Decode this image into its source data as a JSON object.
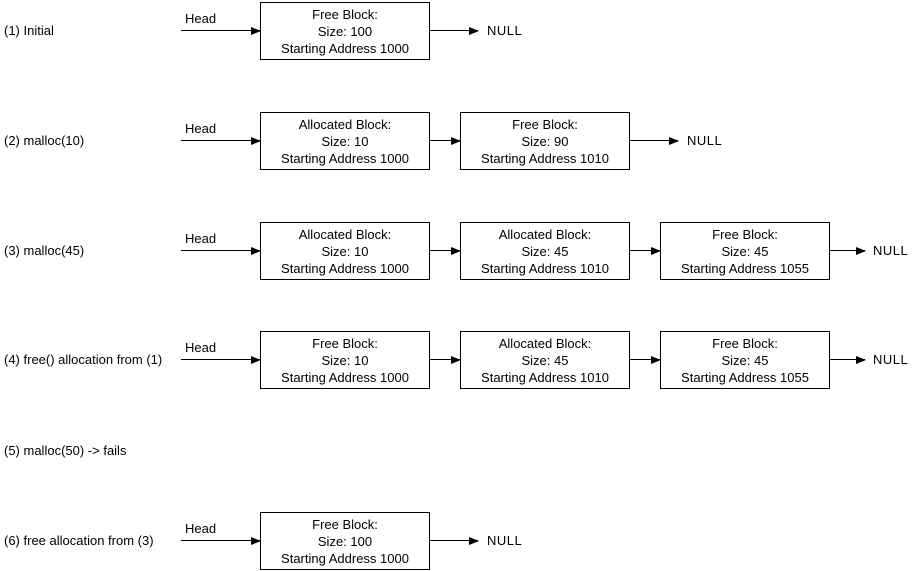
{
  "colors": {
    "background": "#ffffff",
    "line": "#000000",
    "text": "#000000"
  },
  "rows": [
    {
      "label": "(1) Initial",
      "head_label": "Head",
      "null_label": "NULL",
      "nodes": [
        {
          "title": "Free Block:",
          "size": "Size: 100",
          "address": "Starting Address 1000"
        }
      ]
    },
    {
      "label": "(2) malloc(10)",
      "head_label": "Head",
      "null_label": "NULL",
      "nodes": [
        {
          "title": "Allocated Block:",
          "size": "Size: 10",
          "address": "Starting Address 1000"
        },
        {
          "title": "Free Block:",
          "size": "Size: 90",
          "address": "Starting Address 1010"
        }
      ]
    },
    {
      "label": "(3) malloc(45)",
      "head_label": "Head",
      "null_label": "NULL",
      "nodes": [
        {
          "title": "Allocated Block:",
          "size": "Size: 10",
          "address": "Starting Address 1000"
        },
        {
          "title": "Allocated Block:",
          "size": "Size: 45",
          "address": "Starting Address 1010"
        },
        {
          "title": "Free Block:",
          "size": "Size: 45",
          "address": "Starting Address 1055"
        }
      ]
    },
    {
      "label": "(4) free() allocation from (1)",
      "head_label": "Head",
      "null_label": "NULL",
      "nodes": [
        {
          "title": "Free Block:",
          "size": "Size: 10",
          "address": "Starting Address 1000"
        },
        {
          "title": "Allocated Block:",
          "size": "Size: 45",
          "address": "Starting Address 1010"
        },
        {
          "title": "Free Block:",
          "size": "Size: 45",
          "address": "Starting Address 1055"
        }
      ]
    },
    {
      "label": "(5) malloc(50) -> fails",
      "nodes": []
    },
    {
      "label": "(6) free allocation from (3)",
      "head_label": "Head",
      "null_label": "NULL",
      "nodes": [
        {
          "title": "Free Block:",
          "size": "Size: 100",
          "address": "Starting Address 1000"
        }
      ]
    }
  ]
}
